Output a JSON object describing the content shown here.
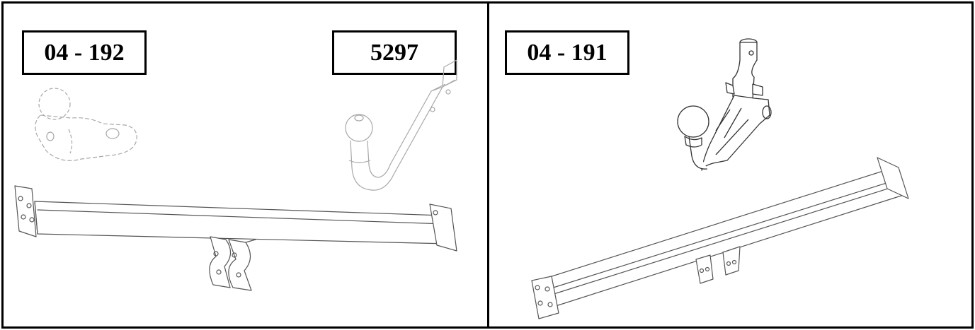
{
  "colors": {
    "border": "#000000",
    "line": "#555555",
    "faint_line": "#a8a8a8",
    "background": "#ffffff"
  },
  "panels": [
    {
      "id": "left",
      "labels": {
        "part_number": "04 - 192",
        "ball_code": "5297"
      },
      "illustrations": [
        "fixed-ball-detail",
        "swan-neck-ball-arm",
        "crossbar-with-brackets"
      ]
    },
    {
      "id": "right",
      "labels": {
        "part_number": "04 - 191"
      },
      "illustrations": [
        "detachable-ball-arm",
        "crossbar-with-brackets"
      ]
    }
  ]
}
